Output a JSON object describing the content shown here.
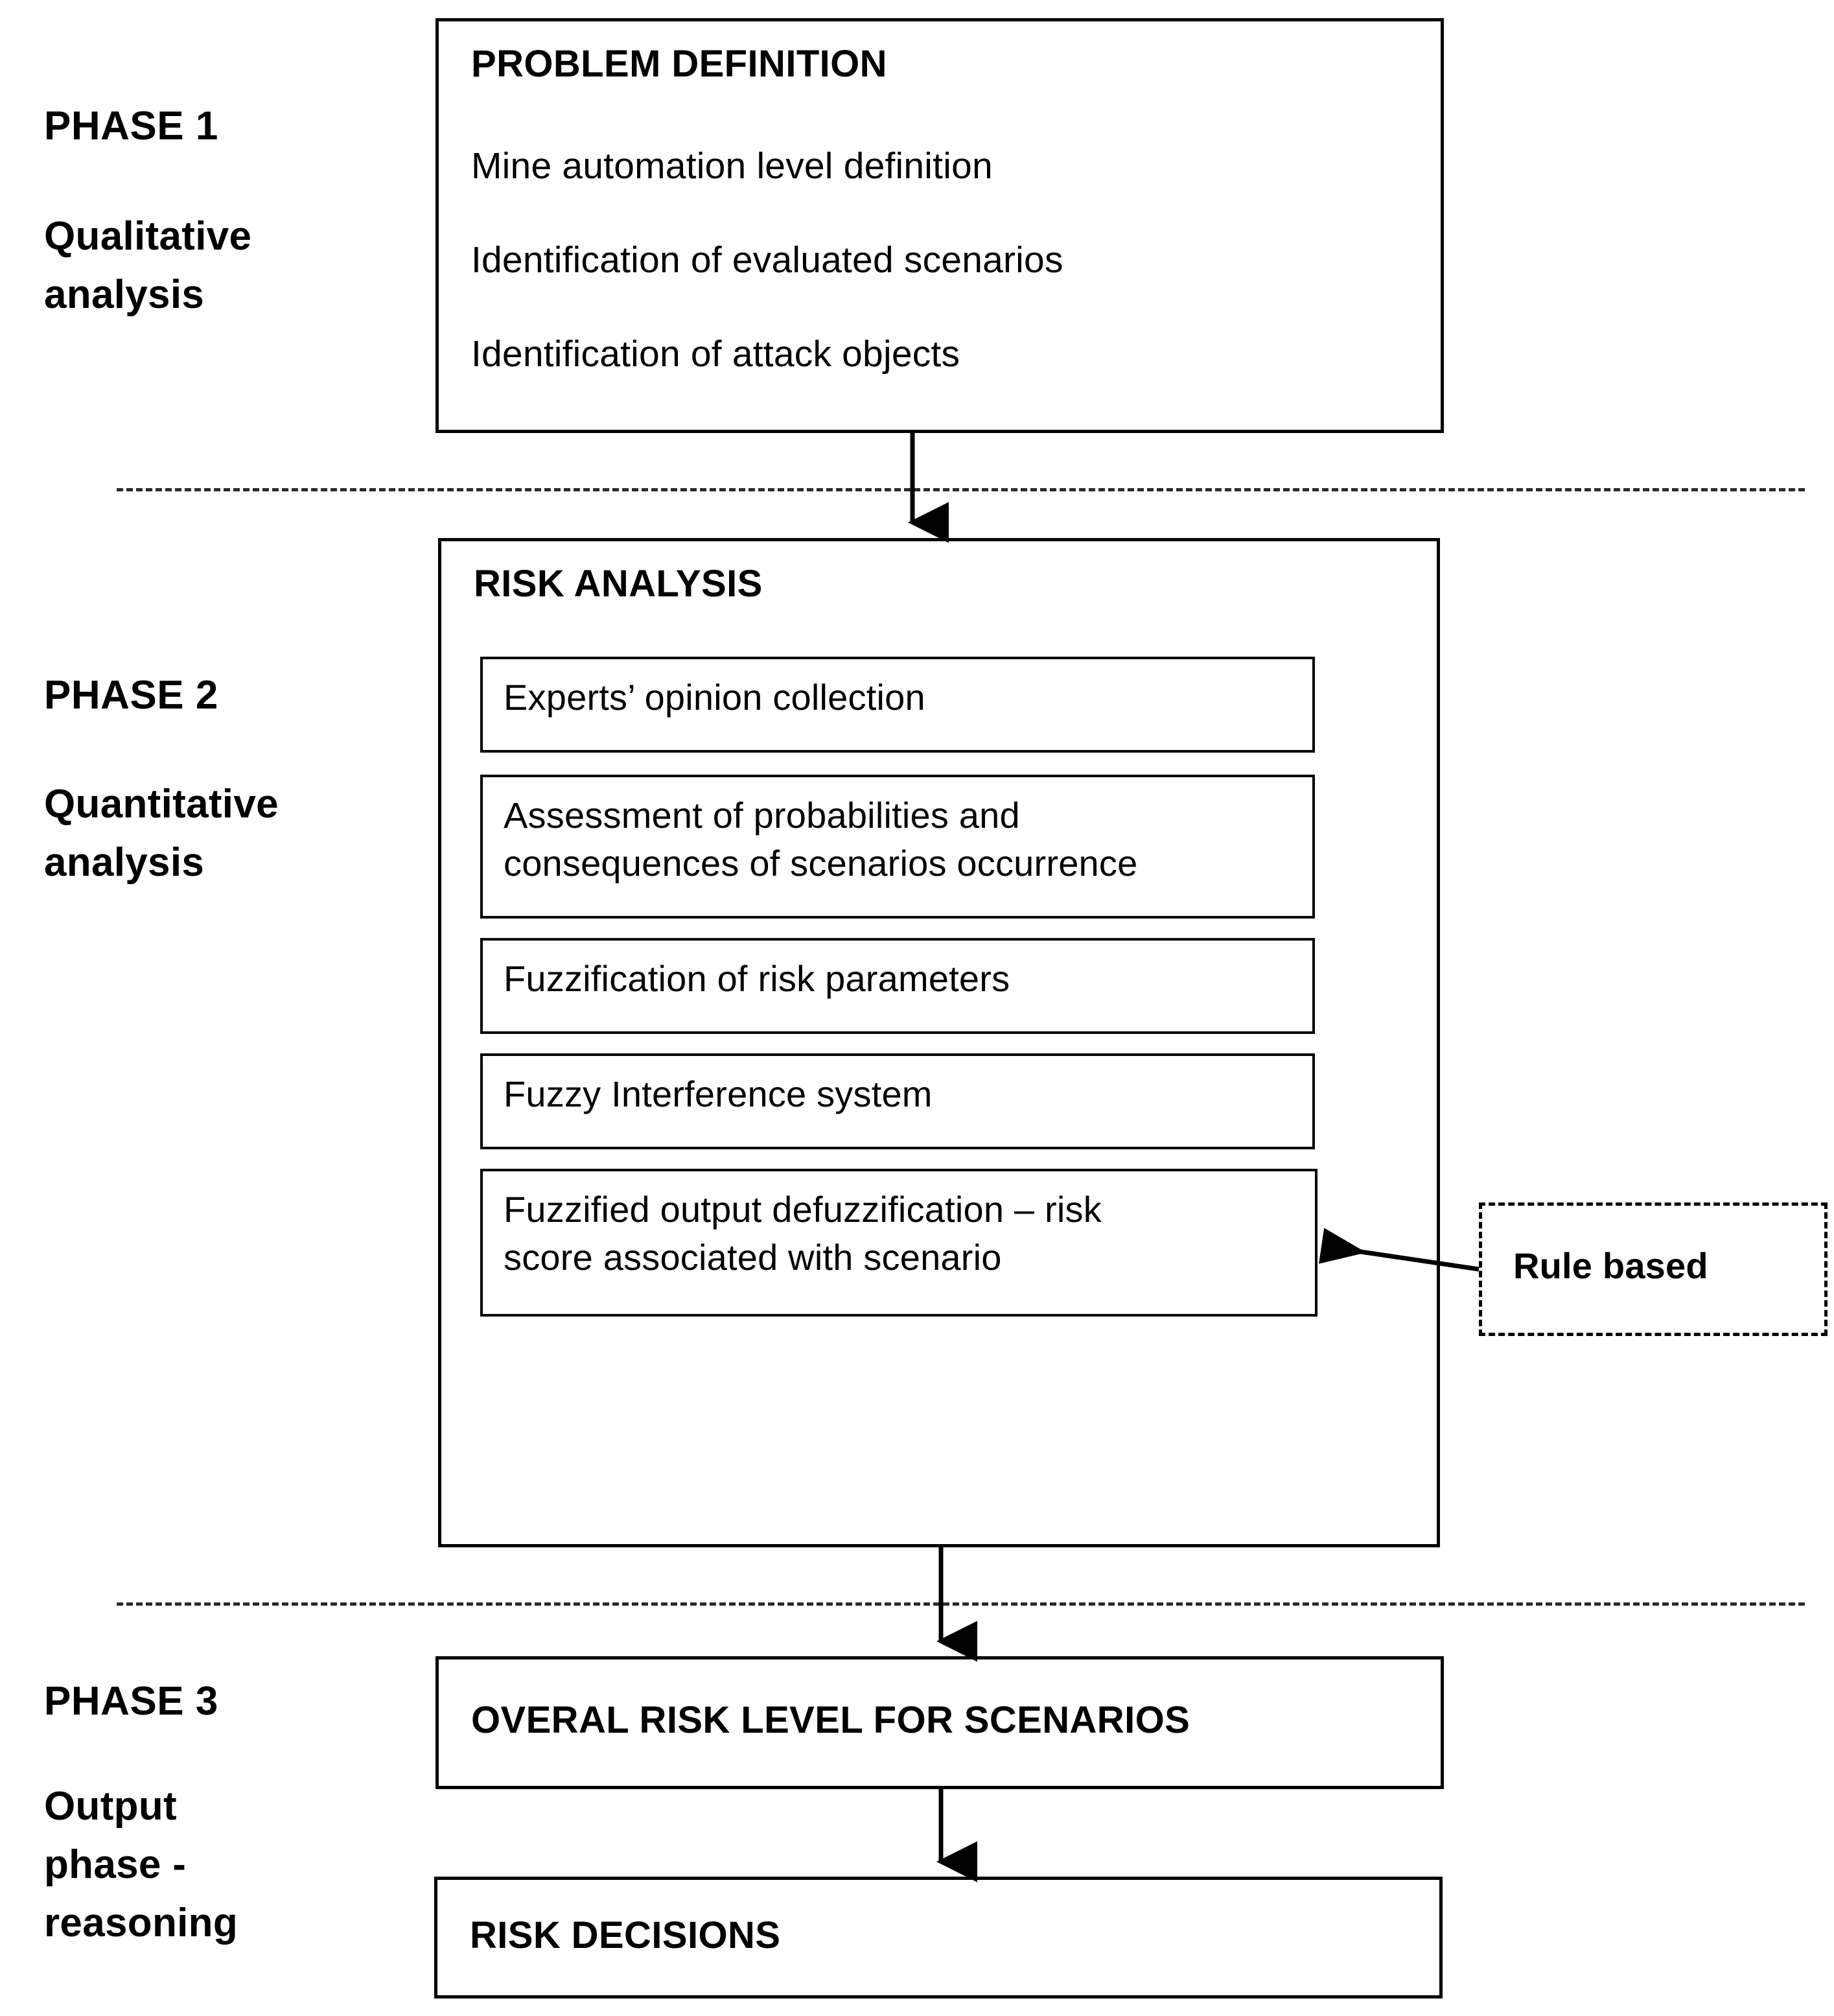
{
  "diagram": {
    "title": "Three-phase fuzzy risk assessment methodology",
    "accent_color": "#000000",
    "background_color": "#ffffff"
  },
  "phases": [
    {
      "id": "phase-1",
      "title": "PHASE 1",
      "subtitle": "Qualitative\nanalysis"
    },
    {
      "id": "phase-2",
      "title": "PHASE 2",
      "subtitle": "Quantitative\nanalysis"
    },
    {
      "id": "phase-3",
      "title": "PHASE 3",
      "subtitle": "Output\nphase -\nreasoning"
    }
  ],
  "problem_definition": {
    "heading": "PROBLEM DEFINITION",
    "items": [
      "Mine automation level definition",
      "Identification of evaluated scenarios",
      "Identification of attack objects"
    ]
  },
  "risk_analysis": {
    "heading": "RISK ANALYSIS",
    "steps": [
      "Experts’ opinion collection",
      "Assessment of probabilities and\nconsequences of scenarios occurrence",
      "Fuzzification of risk parameters",
      "Fuzzy Interference system",
      "Fuzzified output defuzzification – risk\nscore associated with scenario"
    ]
  },
  "rule_based": {
    "label": "Rule based"
  },
  "outputs": [
    {
      "id": "overall-risk-level",
      "label": "OVERAL RISK LEVEL FOR SCENARIOS"
    },
    {
      "id": "risk-decisions",
      "label": "RISK DECISIONS"
    }
  ],
  "connectors": [
    {
      "id": "problem-to-risk",
      "from": "problem-definition",
      "to": "risk-analysis",
      "direction": "down"
    },
    {
      "id": "risk-to-overall",
      "from": "risk-analysis",
      "to": "overall-risk-level",
      "direction": "down"
    },
    {
      "id": "overall-to-decisions",
      "from": "overall-risk-level",
      "to": "risk-decisions",
      "direction": "down"
    },
    {
      "id": "rule-to-fuzzy",
      "from": "rule-based",
      "to": "fuzzy-interference-system",
      "direction": "left"
    }
  ],
  "separators": [
    {
      "id": "separator-phase-1-2"
    },
    {
      "id": "separator-phase-2-3"
    }
  ]
}
